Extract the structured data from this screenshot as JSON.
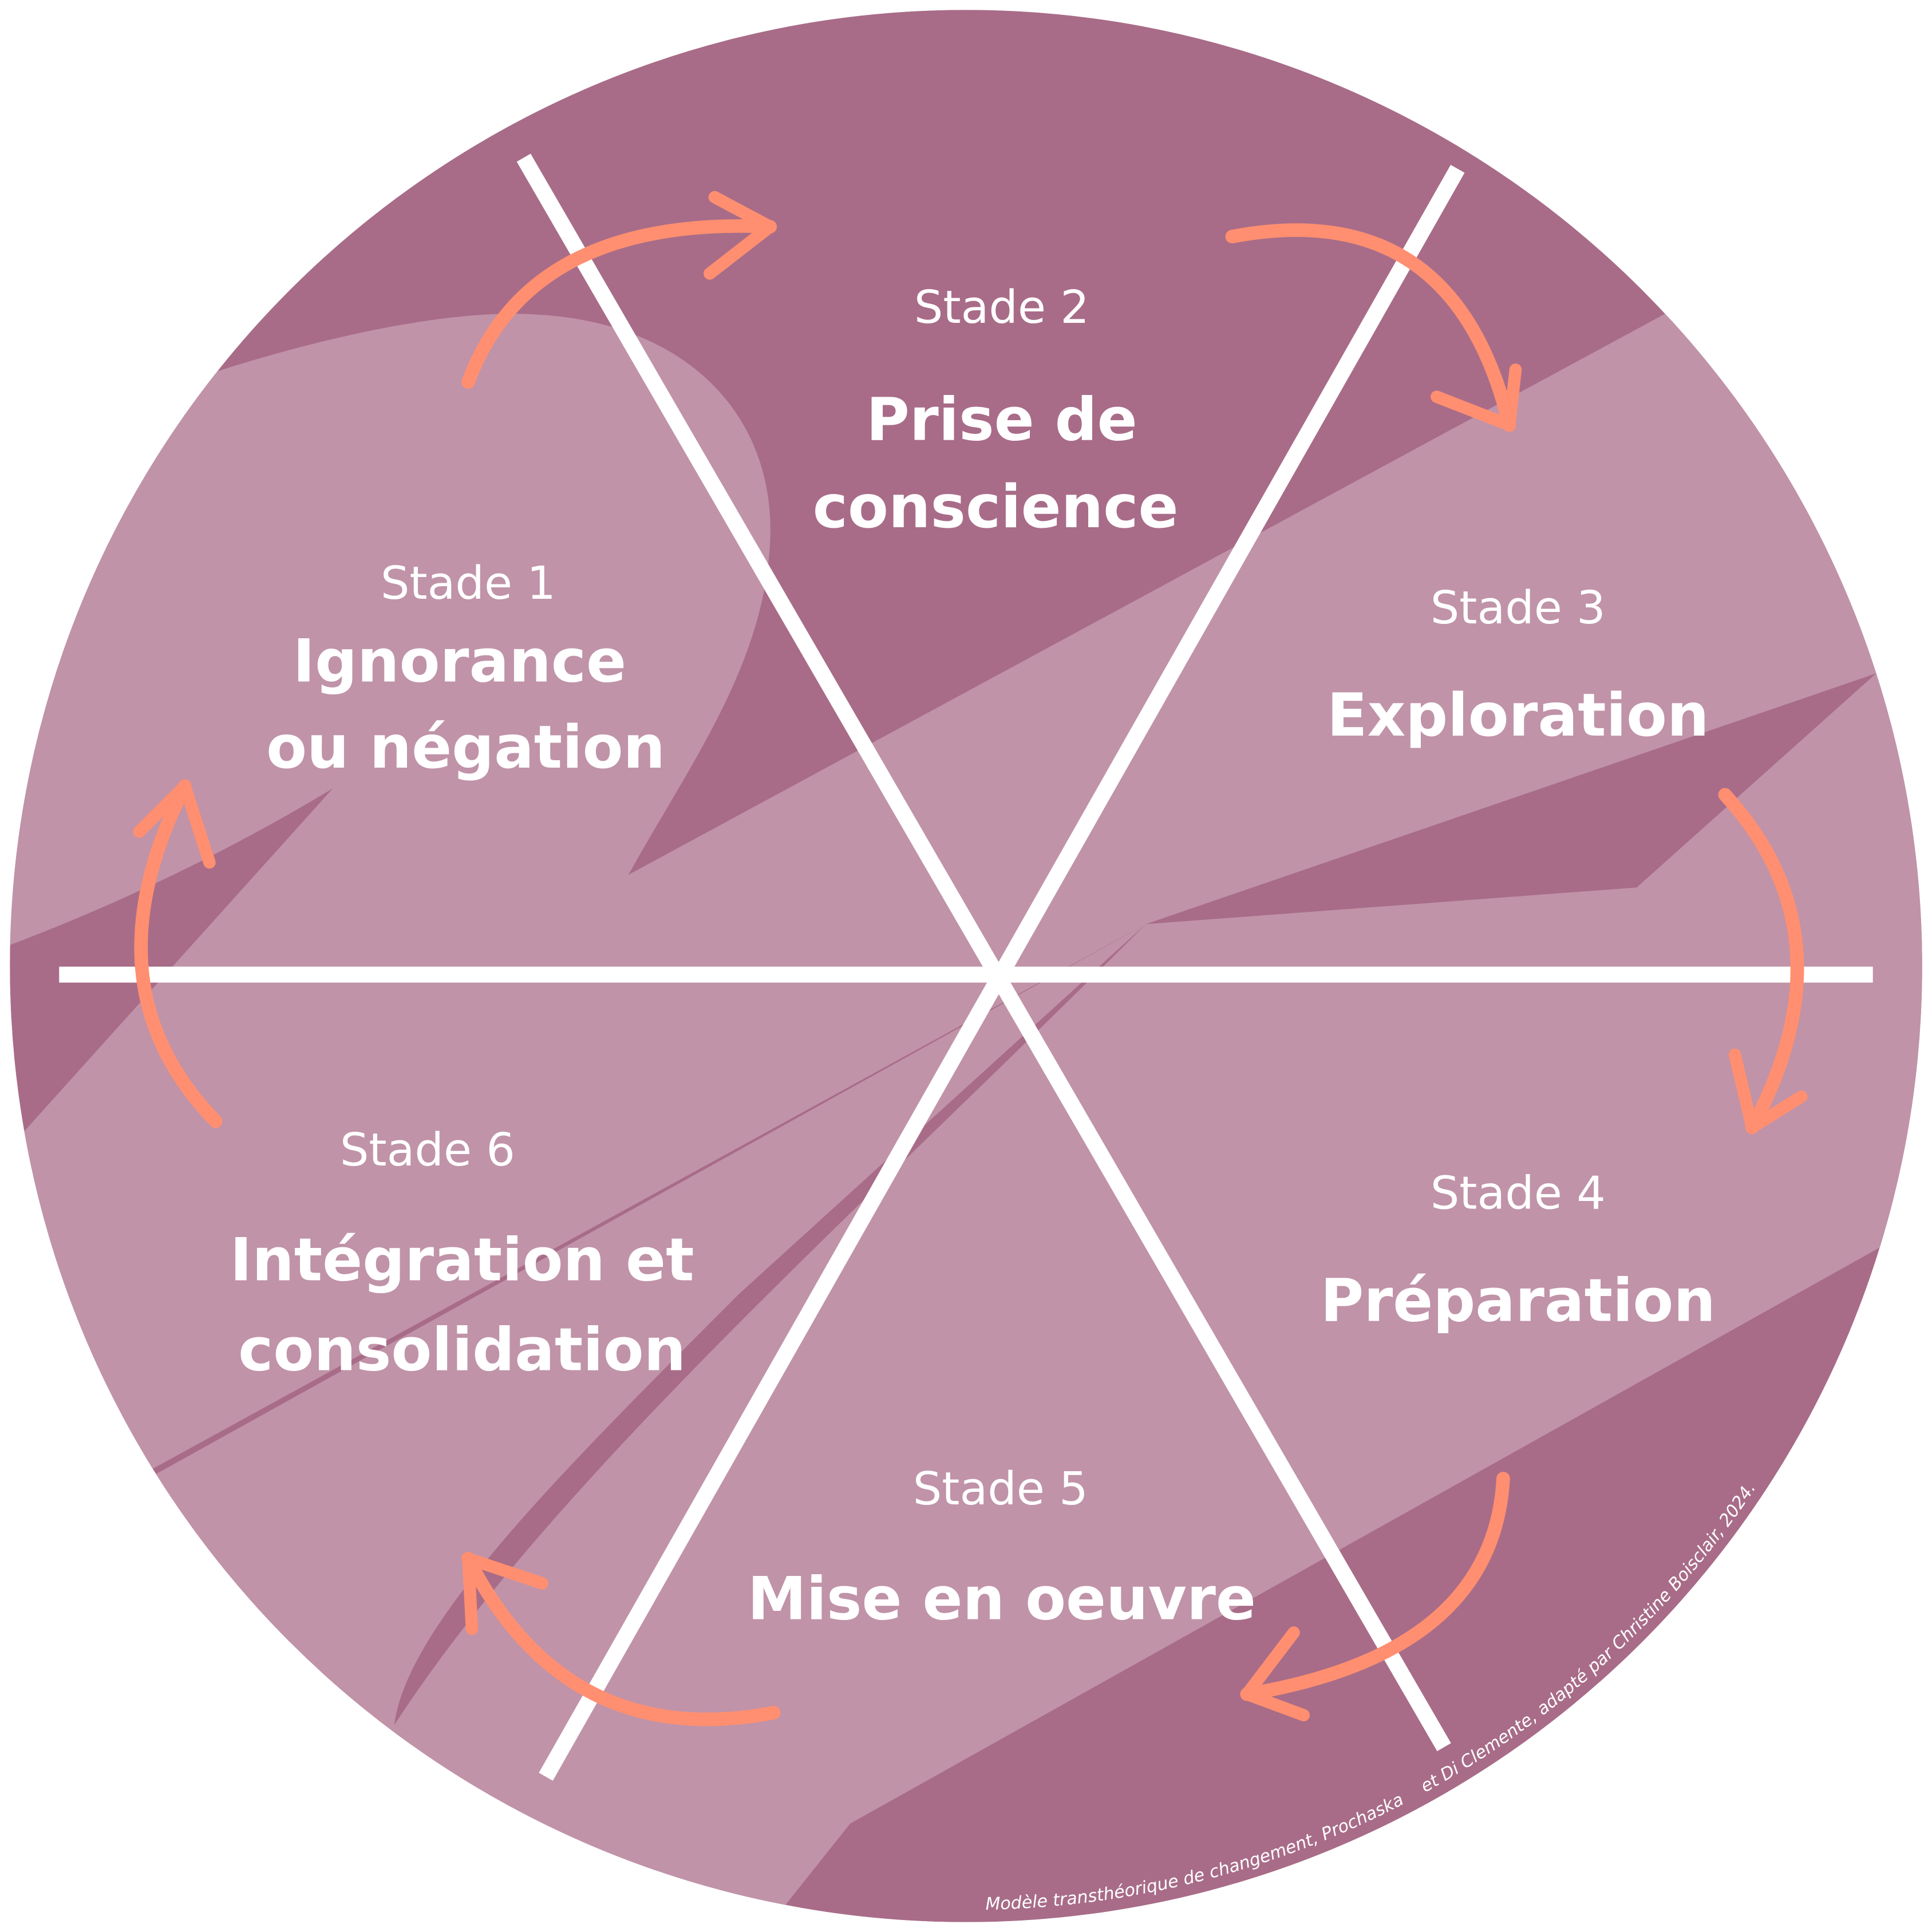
{
  "colors": {
    "dark": "#a86c88",
    "light": "#c093a8",
    "arrow": "#ff8f70",
    "divider": "#ffffff"
  },
  "stages": [
    {
      "number": "Stade 1",
      "name_lines": [
        "Ignorance",
        "ou négation"
      ]
    },
    {
      "number": "Stade 2",
      "name_lines": [
        "Prise de",
        "conscience"
      ]
    },
    {
      "number": "Stade 3",
      "name_lines": [
        "Exploration"
      ]
    },
    {
      "number": "Stade 4",
      "name_lines": [
        "Préparation"
      ]
    },
    {
      "number": "Stade 5",
      "name_lines": [
        "Mise en oeuvre"
      ]
    },
    {
      "number": "Stade 6",
      "name_lines": [
        "Intégration et",
        "consolidation"
      ]
    }
  ],
  "credit": {
    "part1": "Modèle transthéorique de changement, Prochaska",
    "part2": "et Di Clemente, adapté par Christine Boisclair, 2024."
  }
}
